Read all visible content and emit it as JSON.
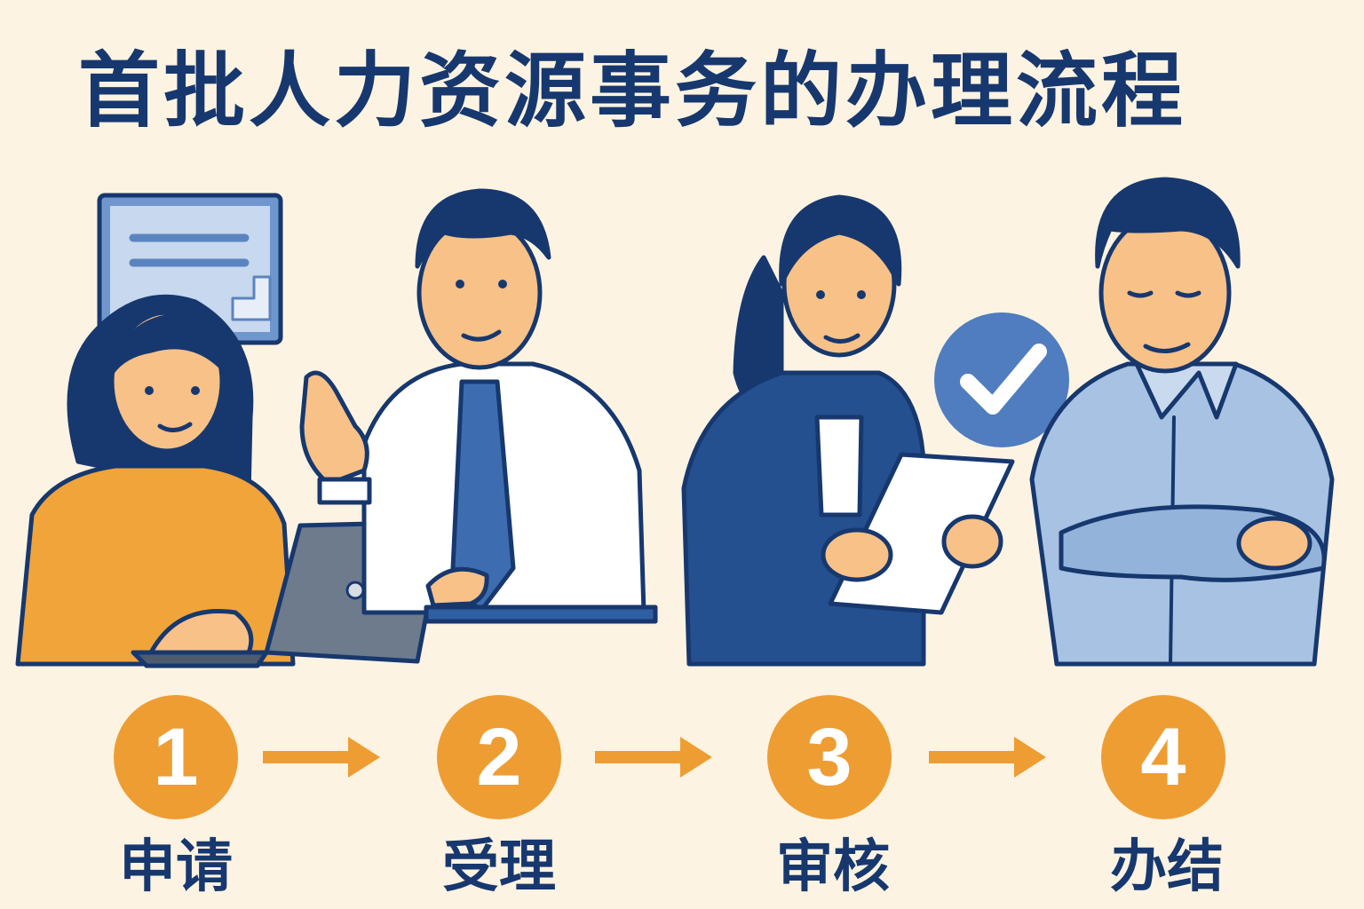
{
  "title": "首批人力资源事务的办理流程",
  "steps": [
    {
      "number": "1",
      "label": "申请"
    },
    {
      "number": "2",
      "label": "受理"
    },
    {
      "number": "3",
      "label": "审核"
    },
    {
      "number": "4",
      "label": "办结"
    }
  ],
  "colors": {
    "background": "#fdf3e2",
    "title": "#17386e",
    "accent": "#ee9d33",
    "navy": "#1d4a8a",
    "light_blue": "#a7c2e2"
  },
  "icons": [
    "document-icon",
    "laptop-icon",
    "check-badge-icon",
    "arrow-right-icon"
  ]
}
